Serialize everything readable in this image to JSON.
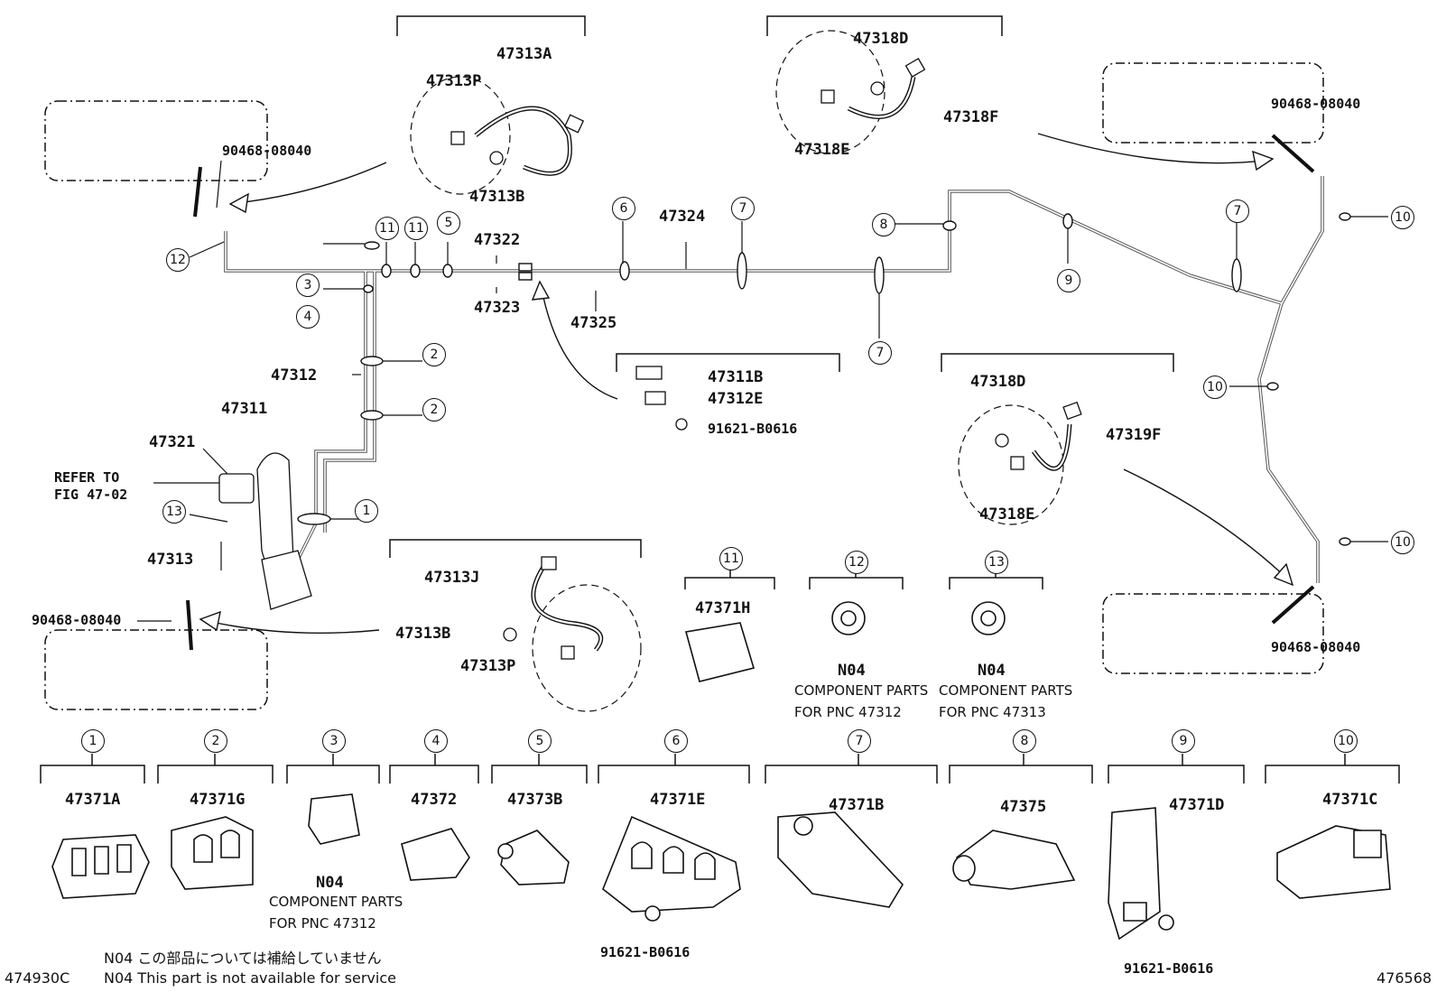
{
  "diagram_codes": {
    "figure_code": "474930C",
    "illustration_code": "476568"
  },
  "callouts": [
    "1",
    "2",
    "3",
    "4",
    "5",
    "6",
    "7",
    "8",
    "9",
    "10",
    "11",
    "12",
    "13"
  ],
  "labels": {
    "p47313A": "47313A",
    "p47313P_top": "47313P",
    "p47313B_top": "47313B",
    "p90468_left_top": "90468-08040",
    "p47318D_top": "47318D",
    "p47318F": "47318F",
    "p47318E_top": "47318E",
    "p90468_right_top": "90468-08040",
    "p47324": "47324",
    "p47322": "47322",
    "p47323": "47323",
    "p47325": "47325",
    "p47312": "47312",
    "p47311": "47311",
    "p47321": "47321",
    "refer_line1": "REFER TO",
    "refer_line2": "FIG 47-02",
    "p47313": "47313",
    "p90468_left_bottom": "90468-08040",
    "p47311B": "47311B",
    "p47312E": "47312E",
    "p91621_mid": "91621-B0616",
    "p47318D_bottom": "47318D",
    "p47319F": "47319F",
    "p47318E_bottom": "47318E",
    "p90468_right_bottom": "90468-08040",
    "p47313J": "47313J",
    "p47313B_bottom": "47313B",
    "p47313P_bottom": "47313P",
    "p47371H": "47371H",
    "n04_12": "N04",
    "n04_13": "N04",
    "comp_12_line1": "COMPONENT PARTS",
    "comp_12_line2": "FOR PNC 47312",
    "comp_13_line1": "COMPONENT PARTS",
    "comp_13_line2": "FOR PNC 47313",
    "p47371A": "47371A",
    "p47371G": "47371G",
    "n04_3": "N04",
    "comp_3_line1": "COMPONENT PARTS",
    "comp_3_line2": "FOR PNC 47312",
    "p47372": "47372",
    "p47373B": "47373B",
    "p47371E": "47371E",
    "p91621_6": "91621-B0616",
    "p47371B": "47371B",
    "p47375": "47375",
    "p47371D": "47371D",
    "p91621_9": "91621-B0616",
    "p47371C": "47371C"
  },
  "footnotes": {
    "line_jp": "N04 この部品については補給していません",
    "line_en": "N04 This part is not available for service"
  }
}
